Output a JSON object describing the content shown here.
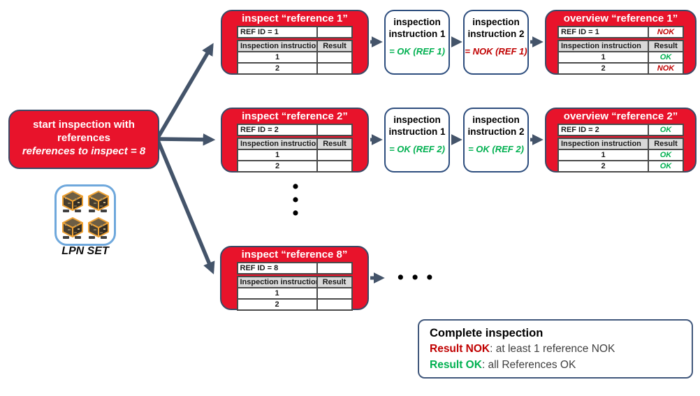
{
  "colors": {
    "box_red": "#e8132b",
    "arrow": "#44546a",
    "ok_green": "#00b050",
    "nok_red": "#c00000",
    "header_gray": "#d9d9d9"
  },
  "start_box": {
    "title_line1": "start inspection with",
    "title_line2": "references",
    "subtitle": "references to inspect = 8"
  },
  "lpn": {
    "label": "LPN SET"
  },
  "table_headers": {
    "instruction": "Inspection instruction",
    "result": "Result"
  },
  "rows": [
    {
      "inspect_title": "inspect “reference 1”",
      "ref_id": "REF ID = 1",
      "items": [
        "1",
        "2"
      ],
      "instr1": {
        "line1": "inspection",
        "line2": "instruction 1",
        "result": "= OK (REF 1)"
      },
      "instr2": {
        "line1": "inspection",
        "line2": "instruction 2",
        "result": "= NOK (REF 1)"
      },
      "overview_title": "overview “reference 1”",
      "overview_ref_result": "NOK",
      "overview_item_results": [
        "OK",
        "NOK"
      ]
    },
    {
      "inspect_title": "inspect “reference 2”",
      "ref_id": "REF ID = 2",
      "items": [
        "1",
        "2"
      ],
      "instr1": {
        "line1": "inspection",
        "line2": "instruction 1",
        "result": "= OK (REF 2)"
      },
      "instr2": {
        "line1": "inspection",
        "line2": "instruction 2",
        "result": "= OK (REF 2)"
      },
      "overview_title": "overview “reference 2”",
      "overview_ref_result": "OK",
      "overview_item_results": [
        "OK",
        "OK"
      ]
    },
    {
      "inspect_title": "inspect “reference 8”",
      "ref_id": "REF ID = 8",
      "items": [
        "1",
        "2"
      ]
    }
  ],
  "dots": {
    "vertical": [
      "•",
      "•",
      "•"
    ],
    "horizontal": [
      "•",
      "•",
      "•"
    ]
  },
  "complete": {
    "title": "Complete inspection",
    "nok_label": "Result NOK",
    "nok_text": ": at least 1 reference  NOK",
    "ok_label": "Result OK",
    "ok_text": ": all References  OK"
  }
}
